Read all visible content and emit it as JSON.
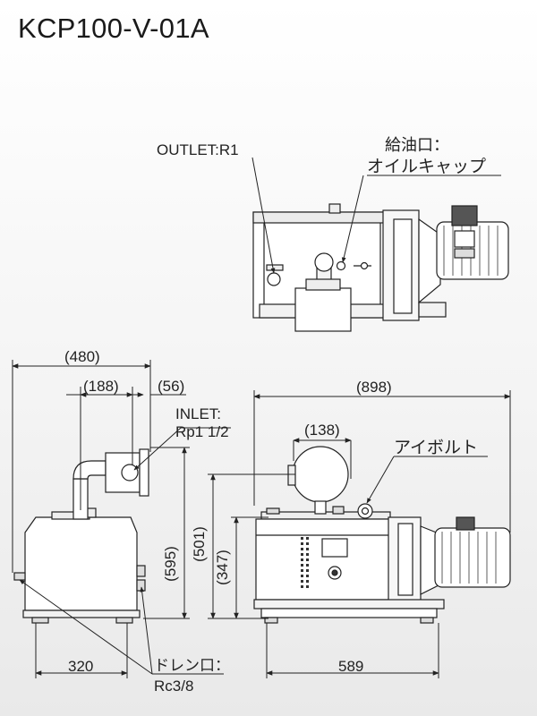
{
  "title": "KCP100-V-01A",
  "labels": {
    "outlet": "OUTLET:R1",
    "oil_port_1": "給油口：",
    "oil_port_2": "オイルキャップ",
    "inlet_1": "INLET:",
    "inlet_2": "Rp1 1/2",
    "eyebolt": "アイボルト",
    "drain_1": "ドレン口：",
    "drain_2": "Rc3/8"
  },
  "dimensions": {
    "width_480": "(480)",
    "width_188": "(188)",
    "width_56": "(56)",
    "width_898": "(898)",
    "width_138": "(138)",
    "height_595": "(595)",
    "height_501": "(501)",
    "height_347": "(347)",
    "base_320": "320",
    "base_589": "589"
  },
  "colors": {
    "line": "#222222",
    "body_fill": "#ffffff",
    "shade": "#d6d6d6",
    "dark": "#555555"
  }
}
